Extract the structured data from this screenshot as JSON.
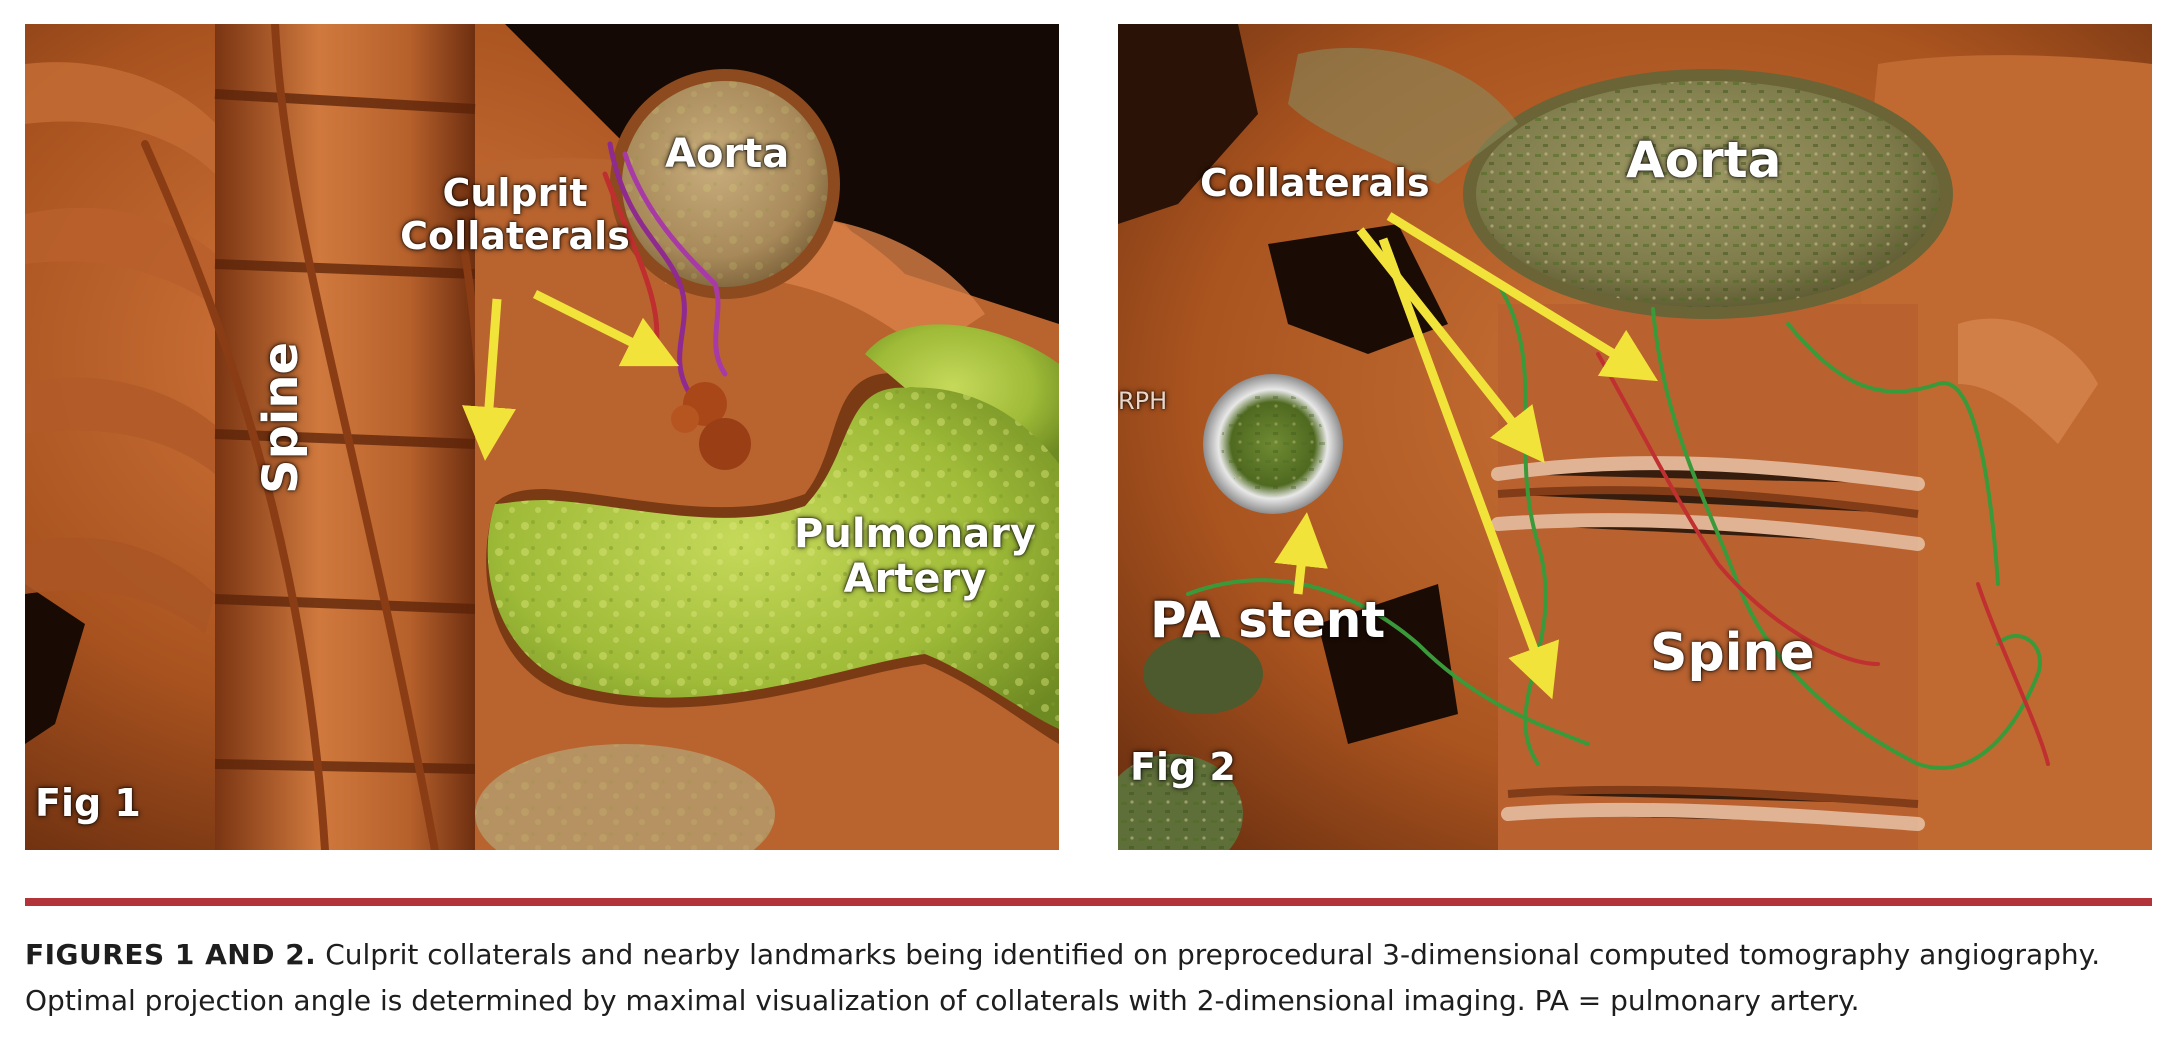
{
  "figure1": {
    "panel_label": "Fig 1",
    "labels": {
      "aorta": "Aorta",
      "culprit_line1": "Culprit",
      "culprit_line2": "Collaterals",
      "spine": "Spine",
      "pulmonary_line1": "Pulmonary",
      "pulmonary_line2": "Artery"
    }
  },
  "figure2": {
    "panel_label": "Fig 2",
    "corner_text": "RPH",
    "labels": {
      "collaterals": "Collaterals",
      "aorta": "Aorta",
      "pa_stent": "PA stent",
      "spine": "Spine"
    }
  },
  "caption": {
    "lead": "FIGURES 1 AND 2.",
    "text": " Culprit collaterals and nearby landmarks being identified on preprocedural 3-dimensional computed tomography angiography. Optimal projection angle is determined by maximal visualization of collaterals with 2-dimensional imaging. PA = pulmonary artery."
  },
  "colors": {
    "rule": "#b3333a",
    "arrow": "#f2e33a",
    "pulmonary_artery": "#a7c43c",
    "aorta": "#b89a6a",
    "tissue": "#b8622e"
  }
}
